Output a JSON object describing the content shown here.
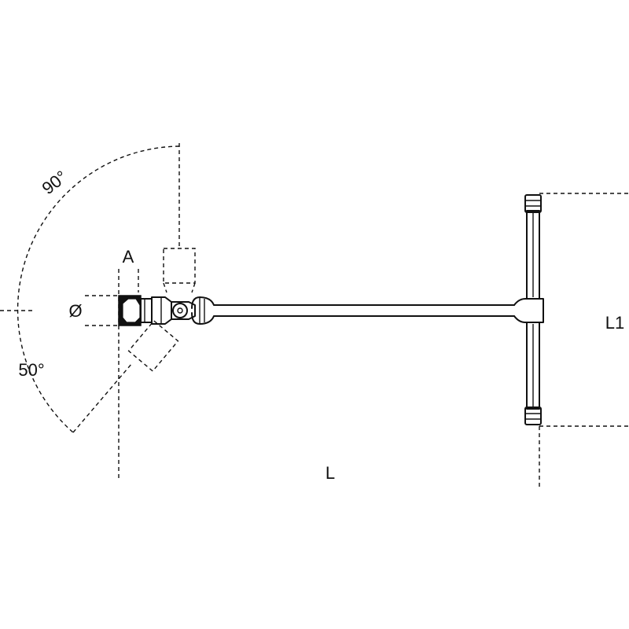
{
  "labels": {
    "angle_up": "90°",
    "angle_down": "50°",
    "socket_width": "A",
    "socket_diameter": "Ø",
    "overall_length": "L",
    "handle_length": "L1"
  },
  "colors": {
    "line": "#111111",
    "background": "#ffffff"
  }
}
